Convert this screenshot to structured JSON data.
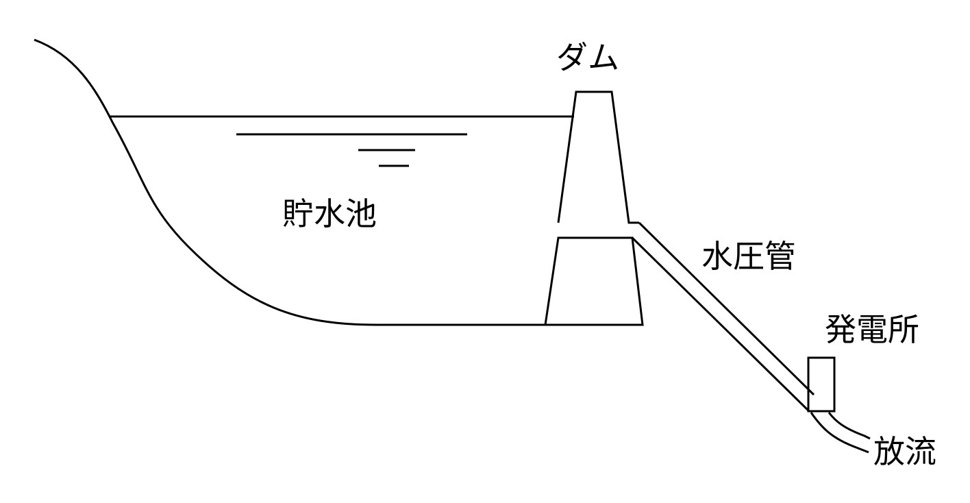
{
  "labels": {
    "dam": "ダム",
    "reservoir": "貯水池",
    "penstock": "水圧管",
    "power_station": "発電所",
    "discharge": "放流"
  }
}
